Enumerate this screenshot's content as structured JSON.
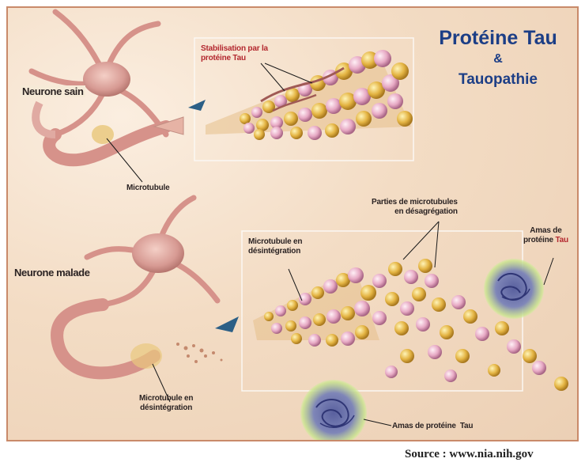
{
  "title": {
    "line1": "Protéine Tau",
    "line2": "&",
    "line3": "Tauopathie"
  },
  "labels": {
    "healthy_neuron": "Neurone sain",
    "stabilization_1": "Stabilisation par la",
    "stabilization_2": "protéine Tau",
    "microtubule": "Microtubule",
    "diseased_neuron": "Neurone malade",
    "fragments_1": "Parties de microtubules",
    "fragments_2": "en désagrégation",
    "disintegrating_top_1": "Microtubule en",
    "disintegrating_top_2": "désintégration",
    "clumps_right_1": "Amas de",
    "clumps_right_2": "protéine ",
    "clumps_right_3": "Tau",
    "disintegrating_bottom_1": "Microtubule en",
    "disintegrating_bottom_2": "désintégration",
    "clumps_bottom": "Amas de protéine  Tau"
  },
  "source": "Source : www.nia.nih.gov",
  "colors": {
    "title": "#1c3e86",
    "border": "#c98a6a",
    "neuron": "#d79a93",
    "bead_yellow": "#e4b443",
    "bead_pink": "#e7a9c4",
    "tau_blue": "#4b58a6"
  }
}
